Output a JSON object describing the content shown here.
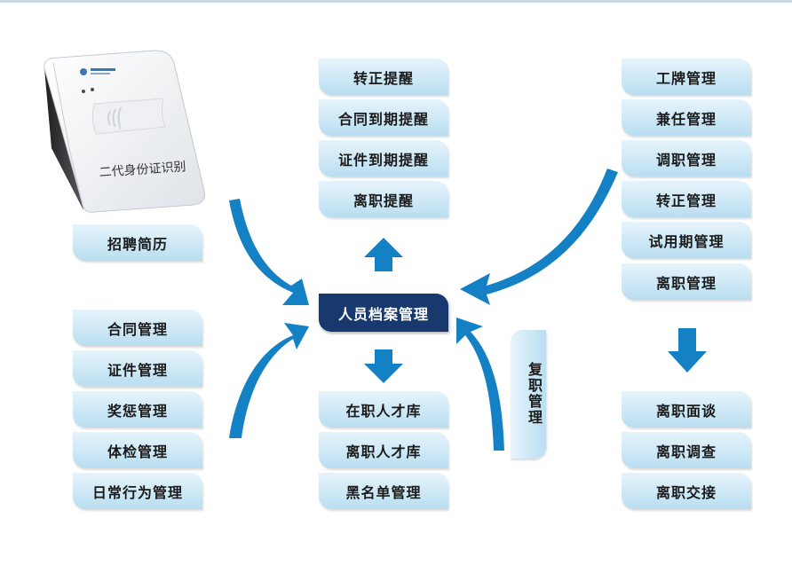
{
  "hub": {
    "label": "人员档案管理"
  },
  "device": {
    "label": "二代身份证识别"
  },
  "reminders": [
    "转正提醒",
    "合同到期提醒",
    "证件到期提醒",
    "离职提醒"
  ],
  "recruit": {
    "label": "招聘简历"
  },
  "left_modules": [
    "合同管理",
    "证件管理",
    "奖惩管理",
    "体检管理",
    "日常行为管理"
  ],
  "right_modules": [
    "工牌管理",
    "兼任管理",
    "调职管理",
    "转正管理",
    "试用期管理",
    "离职管理"
  ],
  "talent_pools": [
    "在职人才库",
    "离职人才库",
    "黑名单管理"
  ],
  "rehire": {
    "label": "复职管理"
  },
  "resign_steps": [
    "离职面谈",
    "离职调查",
    "离职交接"
  ],
  "colors": {
    "arrow": "#1581c5",
    "hub": "#17396e",
    "card_top": "#e6f4fb",
    "card_bottom": "#b9def1"
  }
}
